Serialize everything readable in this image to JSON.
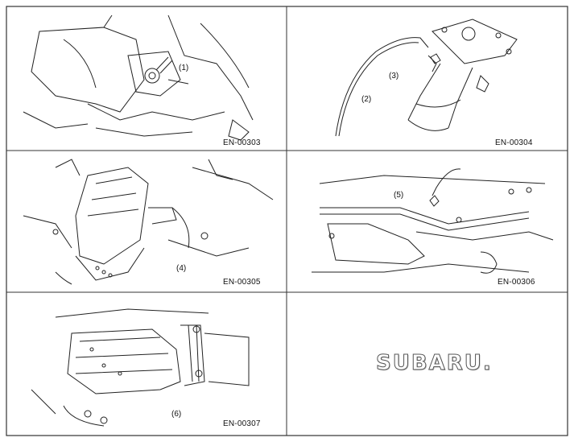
{
  "figures": [
    {
      "code": "EN-00303",
      "callouts": [
        "(1)"
      ]
    },
    {
      "code": "EN-00304",
      "callouts": [
        "(3)",
        "(2)"
      ]
    },
    {
      "code": "EN-00305",
      "callouts": [
        "(4)"
      ]
    },
    {
      "code": "EN-00306",
      "callouts": [
        "(5)"
      ]
    },
    {
      "code": "EN-00307",
      "callouts": [
        "(6)"
      ]
    }
  ],
  "logo": "SUBARU.",
  "colors": {
    "line": "#222222",
    "frame": "#333333",
    "paper": "#ffffff"
  }
}
